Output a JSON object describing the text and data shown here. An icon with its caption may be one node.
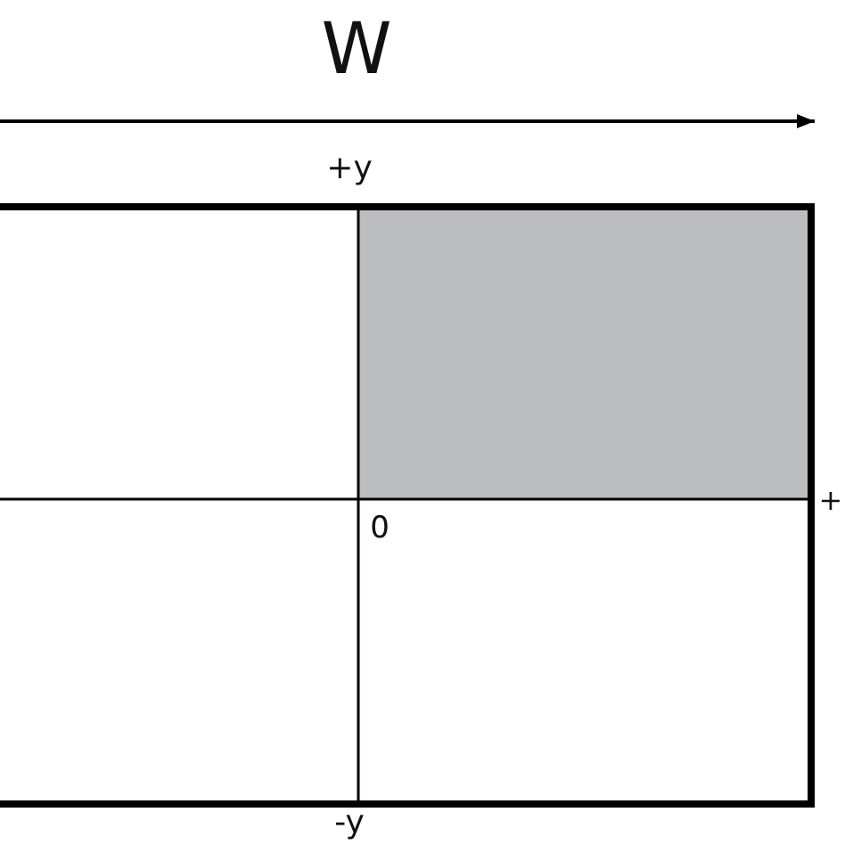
{
  "diagram": {
    "labels": [
      "W",
      "+y",
      "0",
      "+",
      "-y"
    ]
  }
}
